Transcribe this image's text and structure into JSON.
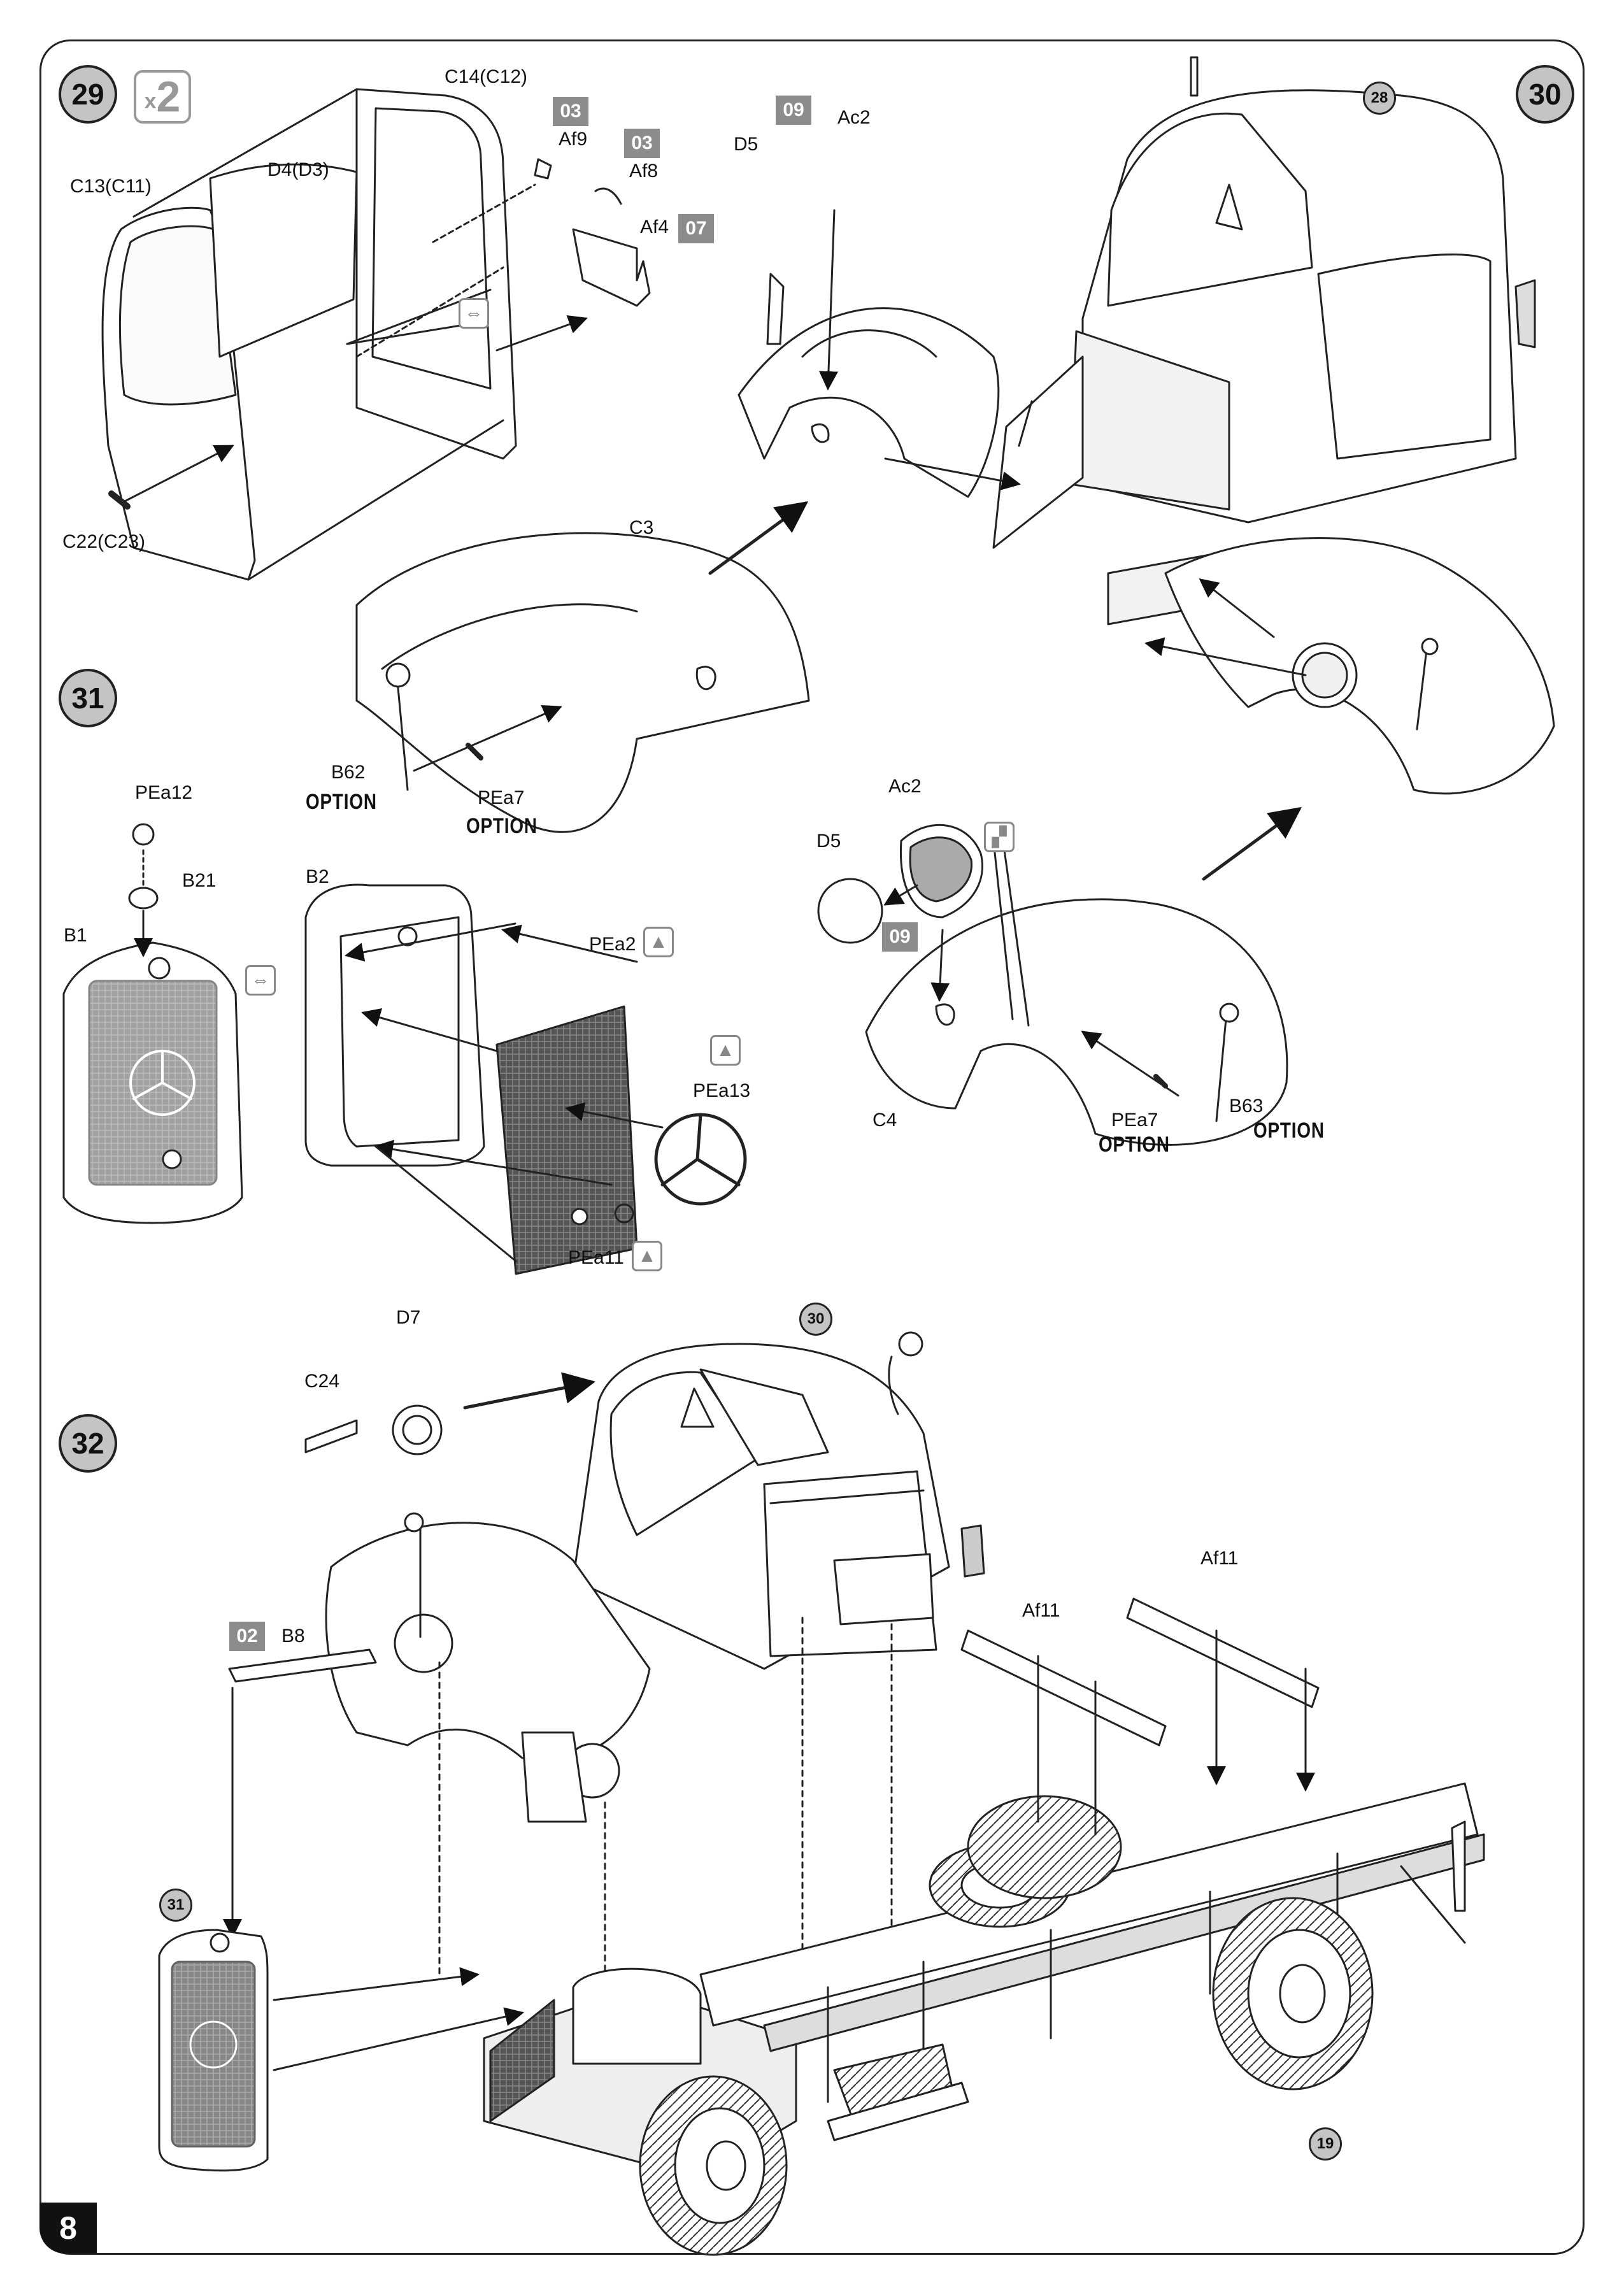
{
  "page_number": "8",
  "steps": {
    "s29": {
      "number": "29",
      "multiplier_x": "x",
      "multiplier_n": "2"
    },
    "s30": {
      "number": "30"
    },
    "s31": {
      "number": "31"
    },
    "s32": {
      "number": "32"
    }
  },
  "refs": {
    "r28": "28",
    "r30": "30",
    "r31": "31",
    "r19": "19"
  },
  "labels": {
    "c14": "C14(C12)",
    "c13": "C13(C11)",
    "d4": "D4(D3)",
    "af9": "Af9",
    "af8": "Af8",
    "af4": "Af4",
    "c22": "C22(C23)",
    "d5a": "D5",
    "ac2a": "Ac2",
    "c3": "C3",
    "b62": "B62",
    "pea7a": "PEa7",
    "pea12": "PEa12",
    "b21": "B21",
    "b1": "B1",
    "b2": "B2",
    "pea2": "PEa2",
    "pea13": "PEa13",
    "pea11": "PEa11",
    "ac2b": "Ac2",
    "d5b": "D5",
    "c4": "C4",
    "pea7b": "PEa7",
    "b63": "B63",
    "d7": "D7",
    "c24": "C24",
    "b8": "B8",
    "af11a": "Af11",
    "af11b": "Af11"
  },
  "options": {
    "o1": "OPTION",
    "o2": "OPTION",
    "o3": "OPTION",
    "o4": "OPTION"
  },
  "sprues": {
    "s03a": "03",
    "s03b": "03",
    "s07": "07",
    "s09a": "09",
    "s09b": "09",
    "s02": "02"
  },
  "icons": [
    "symmetric-icon",
    "photo-etch-icon",
    "cement-icon"
  ],
  "colors": {
    "step_fill": "#c4c4c4",
    "sprue_tag": "#8c8c8c",
    "line": "#222222"
  }
}
